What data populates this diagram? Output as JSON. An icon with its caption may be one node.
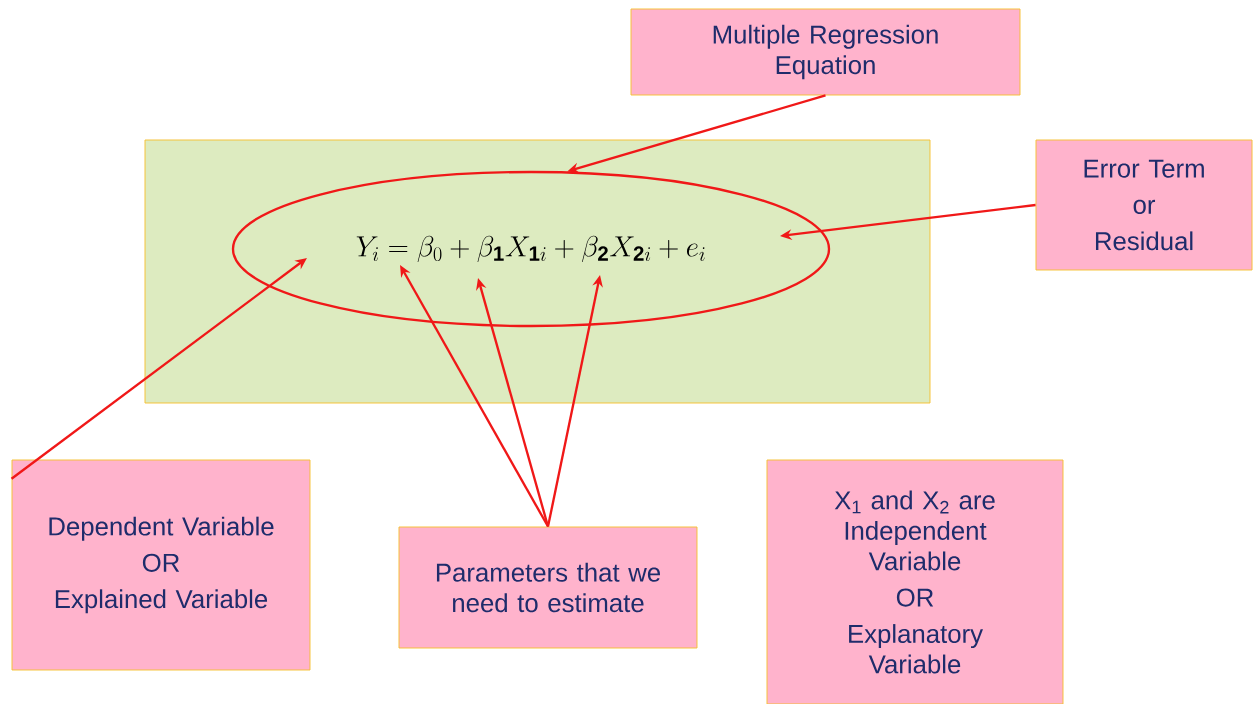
{
  "diagram": {
    "nodes": [
      {
        "text": [],
        "shape": "box"
      },
      {
        "text": [
          "Y_i = \\beta_0 + \\beta_{\\mathbf{1}} X_{\\mathbf{1}i} + \\beta_{\\mathbf{2}} X_{\\mathbf{2}i} + e_i"
        ],
        "in": 0
      },
      {
        "text": [
          "Multiple Regression Equation"
        ]
      },
      {
        "text": [
          "Error Term",
          "or",
          "Residual"
        ]
      },
      {
        "text": [
          "Dependent Variable",
          "OR",
          "Explained Variable"
        ]
      },
      {
        "text": [
          "Parameters that we need to estimate"
        ]
      },
      {
        "text": [
          "X$_{1}$ and X$_{2}$ are Independent Variable",
          "OR",
          "Explanatory Variable"
        ]
      }
    ],
    "edges": [
      {
        "from": 2,
        "to": 1,
        "arrow": "to"
      },
      {
        "from": 3,
        "to": 1,
        "arrow": "to"
      },
      {
        "from": 4,
        "to": 1,
        "arrow": "to"
      },
      {
        "from": 5,
        "to": 1,
        "arrow": "to"
      },
      {
        "from": 5,
        "to": 1,
        "arrow": "to"
      },
      {
        "from": 5,
        "to": 1,
        "arrow": "to"
      }
    ]
  }
}
